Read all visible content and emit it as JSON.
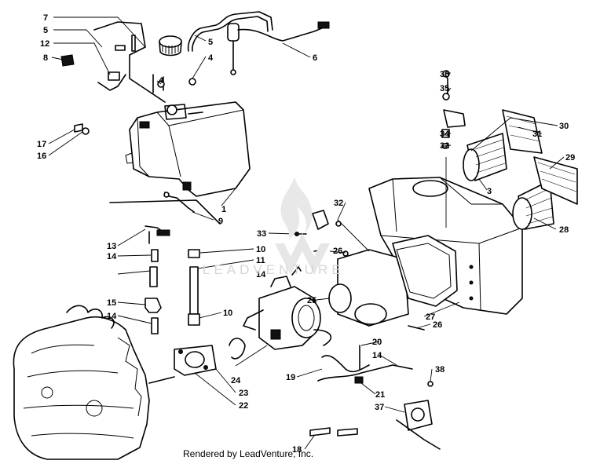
{
  "watermark": {
    "text": "LEADVENTURE"
  },
  "footer": {
    "text": "Rendered by LeadVenture, Inc."
  },
  "callouts": [
    "7",
    "5",
    "12",
    "8",
    "4",
    "5",
    "4",
    "6",
    "17",
    "16",
    "1",
    "9",
    "13",
    "14",
    "10",
    "11",
    "14",
    "15",
    "14",
    "10",
    "33",
    "32",
    "26",
    "25",
    "27",
    "26",
    "36",
    "35",
    "34",
    "32",
    "31",
    "30",
    "29",
    "3",
    "28",
    "20",
    "14",
    "24",
    "23",
    "22",
    "19",
    "21",
    "38",
    "37",
    "18"
  ]
}
